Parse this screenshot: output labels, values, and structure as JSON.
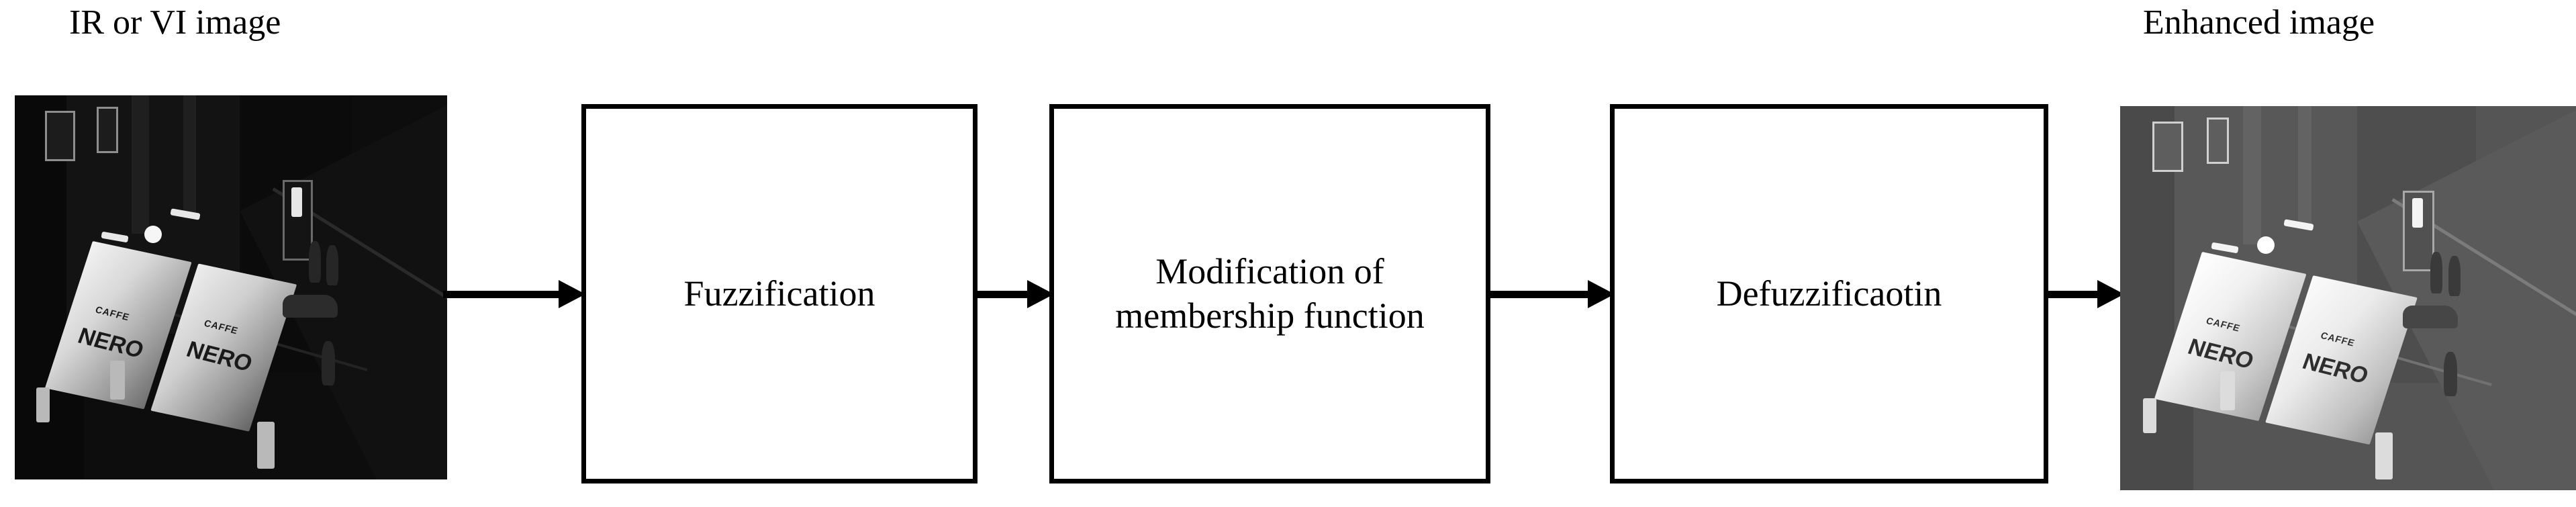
{
  "diagram": {
    "title": "Fuzzy image enhancement block diagram",
    "background_color": "#ffffff",
    "stroke_color": "#000000"
  },
  "captions": {
    "input_label": "IR or VI image",
    "output_label": "Enhanced image"
  },
  "thumbnails": {
    "input": {
      "name": "input-image-thumbnail",
      "description": "Low-light night street scene with two illuminated Caffe Nero awning signs",
      "sign_text_small": "CAFFE",
      "sign_text_large": "NERO",
      "tone": "dark"
    },
    "output": {
      "name": "output-image-thumbnail",
      "description": "Same night street scene after fuzzy enhancement, brightened mid-tones",
      "sign_text_small": "CAFFE",
      "sign_text_large": "NERO",
      "tone": "brightened"
    }
  },
  "blocks": [
    {
      "id": "fuzzification",
      "label": "Fuzzification"
    },
    {
      "id": "modification",
      "label": "Modification of membership function"
    },
    {
      "id": "defuzzification",
      "label": "Defuzzificaotin"
    }
  ],
  "arrows": [
    {
      "id": "arrow-input-to-fuzzification",
      "from": "IR or VI image",
      "to": "Fuzzification",
      "direction": "right"
    },
    {
      "id": "arrow-fuzzification-to-modification",
      "from": "Fuzzification",
      "to": "Modification of membership function",
      "direction": "right"
    },
    {
      "id": "arrow-modification-to-defuzzification",
      "from": "Modification of membership function",
      "to": "Defuzzificaotin",
      "direction": "right"
    },
    {
      "id": "arrow-defuzzification-to-output",
      "from": "Defuzzificaotin",
      "to": "Enhanced image",
      "direction": "right"
    }
  ]
}
